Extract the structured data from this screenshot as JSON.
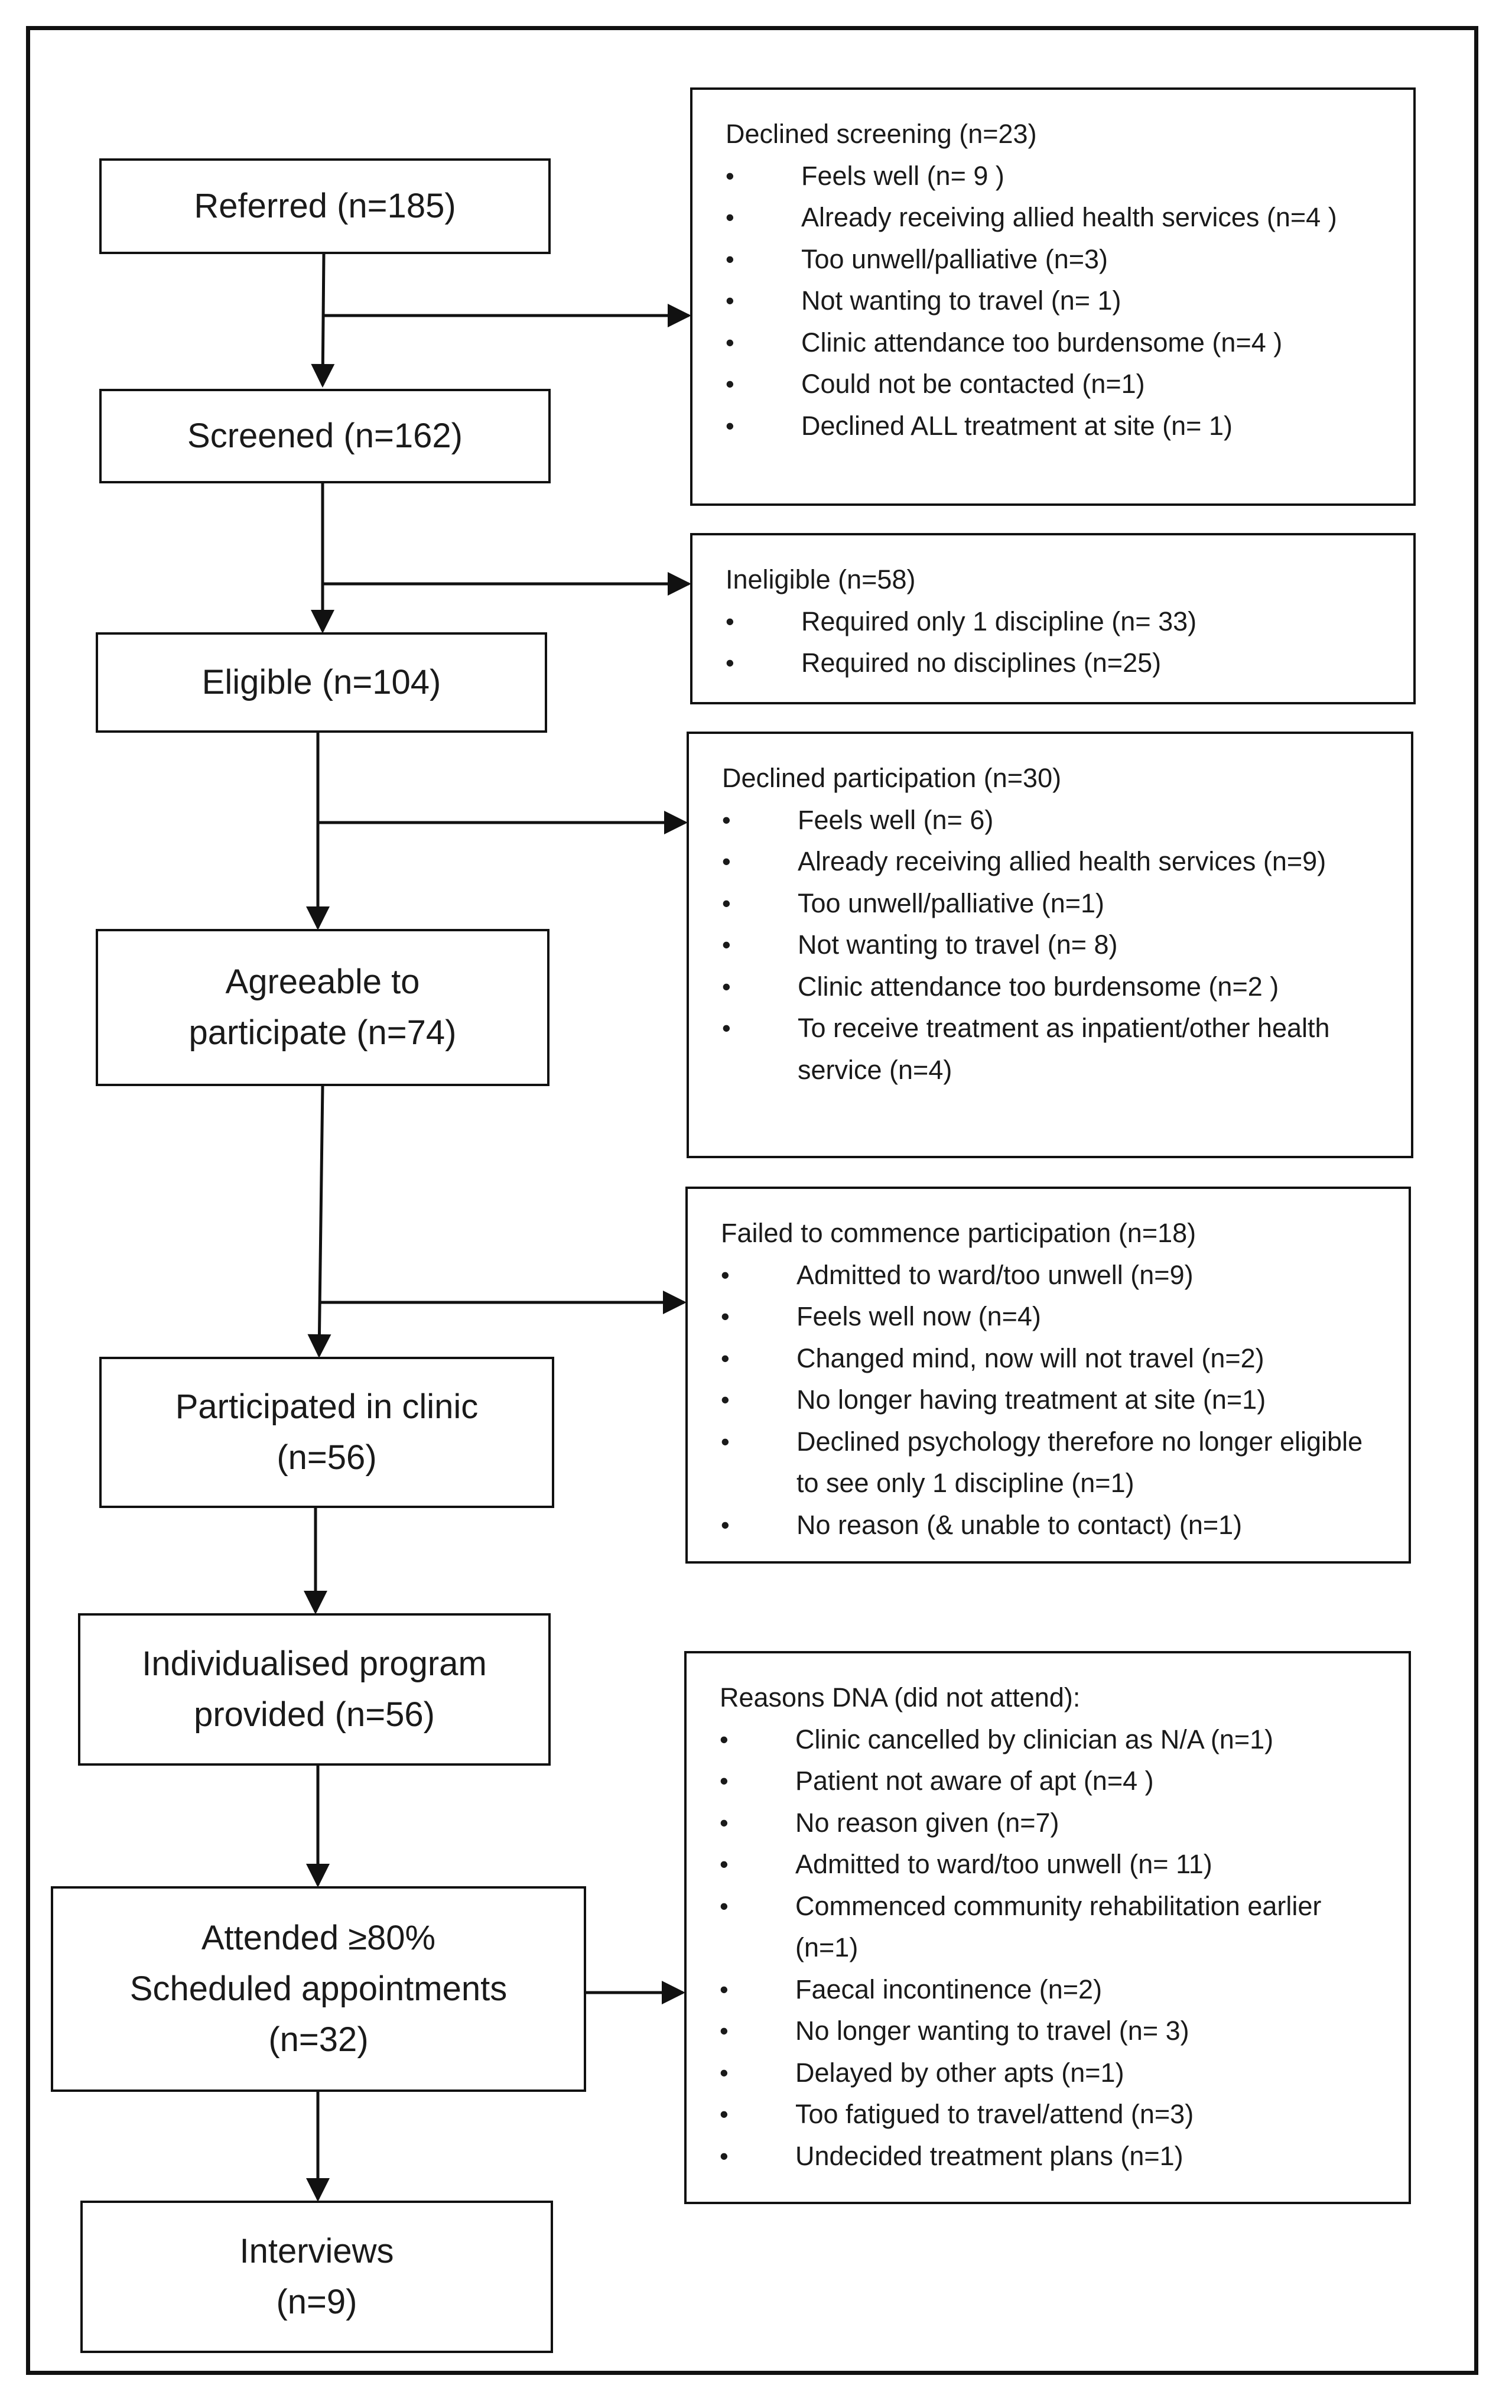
{
  "flow": {
    "main": [
      {
        "id": "referred",
        "lines": [
          "Referred (n=185)"
        ]
      },
      {
        "id": "screened",
        "lines": [
          "Screened (n=162)"
        ]
      },
      {
        "id": "eligible",
        "lines": [
          "Eligible (n=104)"
        ]
      },
      {
        "id": "agreeable",
        "lines": [
          "Agreeable to",
          "participate (n=74)"
        ]
      },
      {
        "id": "participated",
        "lines": [
          "Participated in clinic",
          "(n=56)"
        ]
      },
      {
        "id": "program",
        "lines": [
          "Individualised program",
          "provided (n=56)"
        ]
      },
      {
        "id": "attended",
        "lines": [
          "Attended ≥80%",
          "Scheduled appointments",
          "(n=32)"
        ]
      },
      {
        "id": "interviews",
        "lines": [
          "Interviews",
          "(n=9)"
        ]
      }
    ],
    "side": [
      {
        "id": "declined-screening",
        "title": "Declined screening (n=23)",
        "items": [
          "Feels well (n= 9 )",
          "Already receiving allied health services (n=4 )",
          "Too unwell/palliative (n=3)",
          "Not wanting to travel (n= 1)",
          "Clinic attendance too burdensome (n=4 )",
          "Could not be contacted (n=1)",
          "Declined ALL treatment at site (n= 1)"
        ]
      },
      {
        "id": "ineligible",
        "title": "Ineligible (n=58)",
        "items": [
          "Required only 1 discipline (n= 33)",
          "Required no disciplines (n=25)"
        ]
      },
      {
        "id": "declined-participation",
        "title": "Declined participation (n=30)",
        "items": [
          "Feels well (n= 6)",
          "Already receiving allied health services (n=9)",
          "Too unwell/palliative (n=1)",
          "Not wanting to travel (n= 8)",
          "Clinic attendance too burdensome (n=2 )",
          "To receive treatment as inpatient/other health service (n=4)"
        ]
      },
      {
        "id": "failed-commence",
        "title": "Failed to commence participation (n=18)",
        "items": [
          "Admitted to ward/too unwell (n=9)",
          "Feels well now (n=4)",
          "Changed mind, now will not travel (n=2)",
          "No longer having treatment at site (n=1)",
          "Declined psychology therefore no longer eligible to see only 1 discipline (n=1)",
          "No reason (& unable to contact) (n=1)"
        ]
      },
      {
        "id": "reasons-dna",
        "title": "Reasons DNA (did not attend):",
        "items": [
          "Clinic cancelled by clinician as N/A (n=1)",
          "Patient not aware of apt (n=4 )",
          "No reason given (n=7)",
          "Admitted to ward/too unwell (n= 11)",
          "Commenced community rehabilitation earlier (n=1)",
          "Faecal incontinence (n=2)",
          "No longer wanting to travel (n= 3)",
          "Delayed by other apts (n=1)",
          "Too fatigued to travel/attend (n=3)",
          "Undecided treatment plans (n=1)"
        ]
      }
    ]
  }
}
